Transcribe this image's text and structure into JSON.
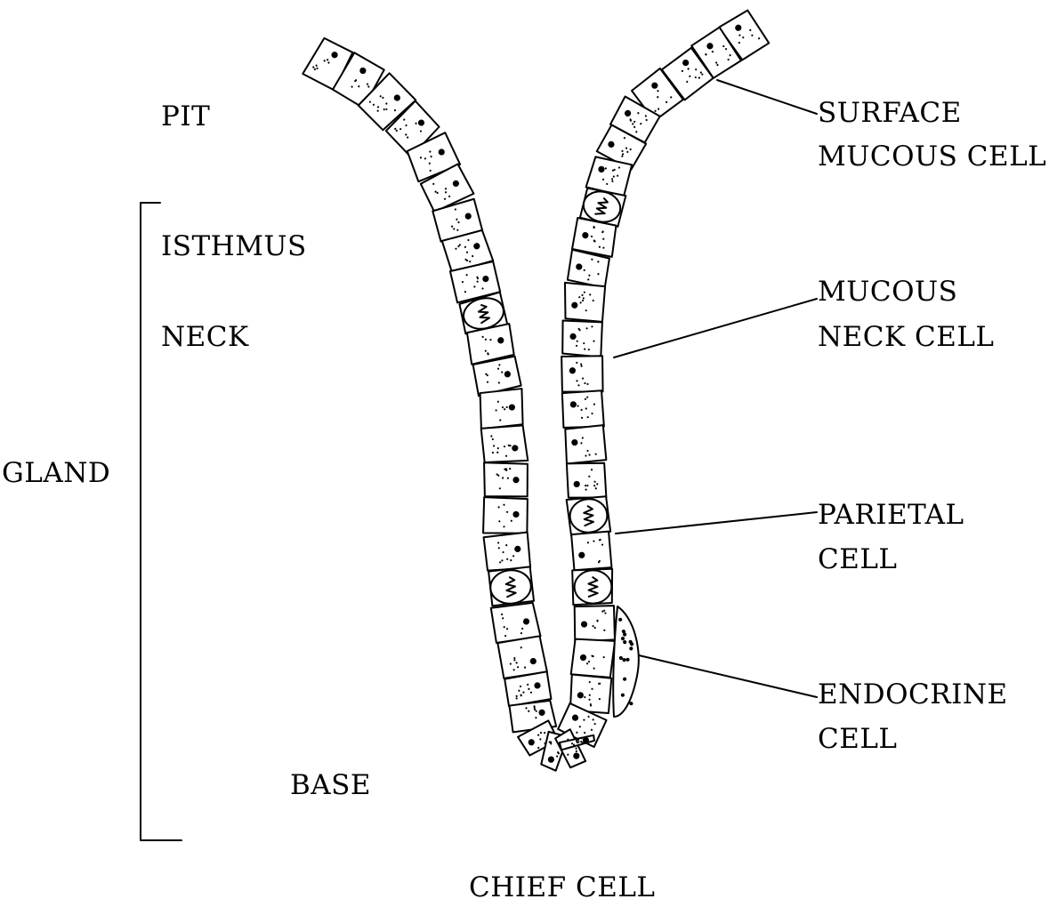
{
  "labels": {
    "pit": "PIT",
    "isthmus": "ISTHMUS",
    "neck": "NECK",
    "gland": "GLAND",
    "base": "BASE",
    "surface_mucous_cell": [
      "SURFACE",
      "MUCOUS CELL"
    ],
    "mucous_neck_cell": [
      "MUCOUS",
      "NECK CELL"
    ],
    "parietal_cell": [
      "PARIETAL",
      "CELL"
    ],
    "endocrine_cell": [
      "ENDOCRINE",
      "CELL"
    ],
    "chief_cell": "CHIEF CELL"
  },
  "colors": {
    "ink": "#000000",
    "background": "#ffffff"
  }
}
